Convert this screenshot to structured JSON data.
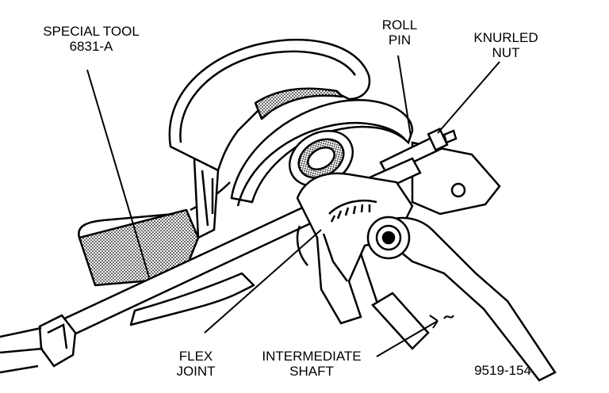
{
  "labels": {
    "special_tool": {
      "line1": "SPECIAL TOOL",
      "line2": "6831-A"
    },
    "roll_pin": {
      "line1": "ROLL",
      "line2": "PIN"
    },
    "knurled_nut": {
      "line1": "KNURLED",
      "line2": "NUT"
    },
    "flex_joint": {
      "line1": "FLEX",
      "line2": "JOINT"
    },
    "intermediate_shaft": {
      "line1": "INTERMEDIATE",
      "line2": "SHAFT"
    },
    "figure_number": "9519-154"
  },
  "colors": {
    "ink": "#000000",
    "paper": "#ffffff",
    "shade": "#9a9a9a"
  }
}
